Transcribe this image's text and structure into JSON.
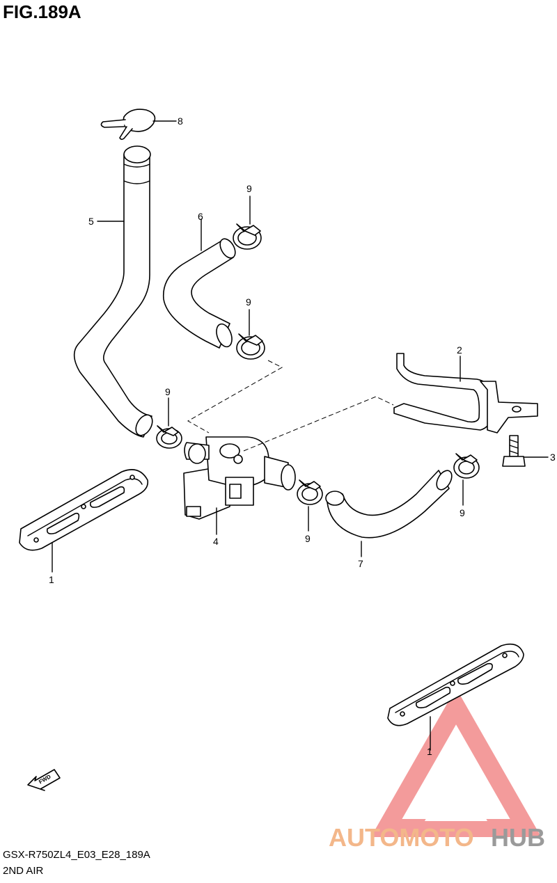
{
  "figure": {
    "title": "FIG.189A"
  },
  "footer": {
    "model_code": "GSX-R750ZL4_E03_E28_189A",
    "section_name": "2ND AIR"
  },
  "callouts": {
    "part_1_top": "1",
    "part_1_bottom": "1",
    "part_2": "2",
    "part_3": "3",
    "part_4": "4",
    "part_5": "5",
    "part_6": "6",
    "part_7": "7",
    "part_8": "8",
    "part_9_a": "9",
    "part_9_b": "9",
    "part_9_c": "9",
    "part_9_d": "9",
    "part_9_e": "9"
  },
  "fwd_arrow": {
    "label": "FWD"
  },
  "watermark": {
    "word_orange": "AUTOMOTO",
    "word_gray": "HUB",
    "color_orange": "#f3b78a",
    "color_gray": "#9a9a9a",
    "color_triangle": "#f28a8a"
  }
}
